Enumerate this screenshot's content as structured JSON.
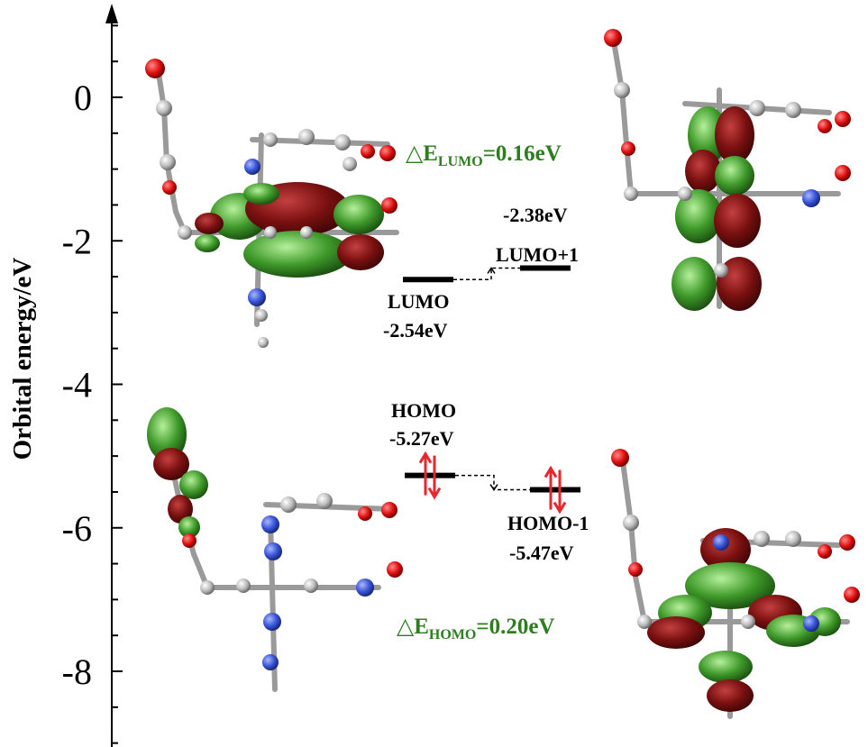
{
  "chart_data": {
    "type": "energy-level-diagram",
    "ylabel": "Orbital energy/eV",
    "ylim": [
      -9,
      1.3
    ],
    "yticks": [
      0,
      -2,
      -4,
      -6,
      -8
    ],
    "ytick_labels": [
      "0",
      "-2",
      "-4",
      "-6",
      "-8"
    ],
    "levels": [
      {
        "key": "lumo",
        "name": "LUMO",
        "value_label": "-2.54eV",
        "energy": -2.54
      },
      {
        "key": "lumo1",
        "name": "LUMO+1",
        "value_label": "-2.38eV",
        "energy": -2.38
      },
      {
        "key": "homo",
        "name": "HOMO",
        "value_label": "-5.27eV",
        "energy": -5.27,
        "electrons": 2
      },
      {
        "key": "homo1",
        "name": "HOMO-1",
        "value_label": "-5.47eV",
        "energy": -5.47,
        "electrons": 2
      }
    ],
    "annotations": [
      {
        "key": "dlumo",
        "prefix": "△E",
        "sub": "LUMO",
        "suffix": "=0.16eV",
        "color": "#2e7d1e"
      },
      {
        "key": "dhomo",
        "prefix": "△E",
        "sub": "HOMO",
        "suffix": "=0.20eV",
        "color": "#2e7d1e"
      }
    ],
    "colors": {
      "axis": "#000000",
      "level": "#000000",
      "spin_arrow": "#e8262d",
      "lobe_red": "#7a1010",
      "lobe_green": "#3f9a2a"
    }
  }
}
